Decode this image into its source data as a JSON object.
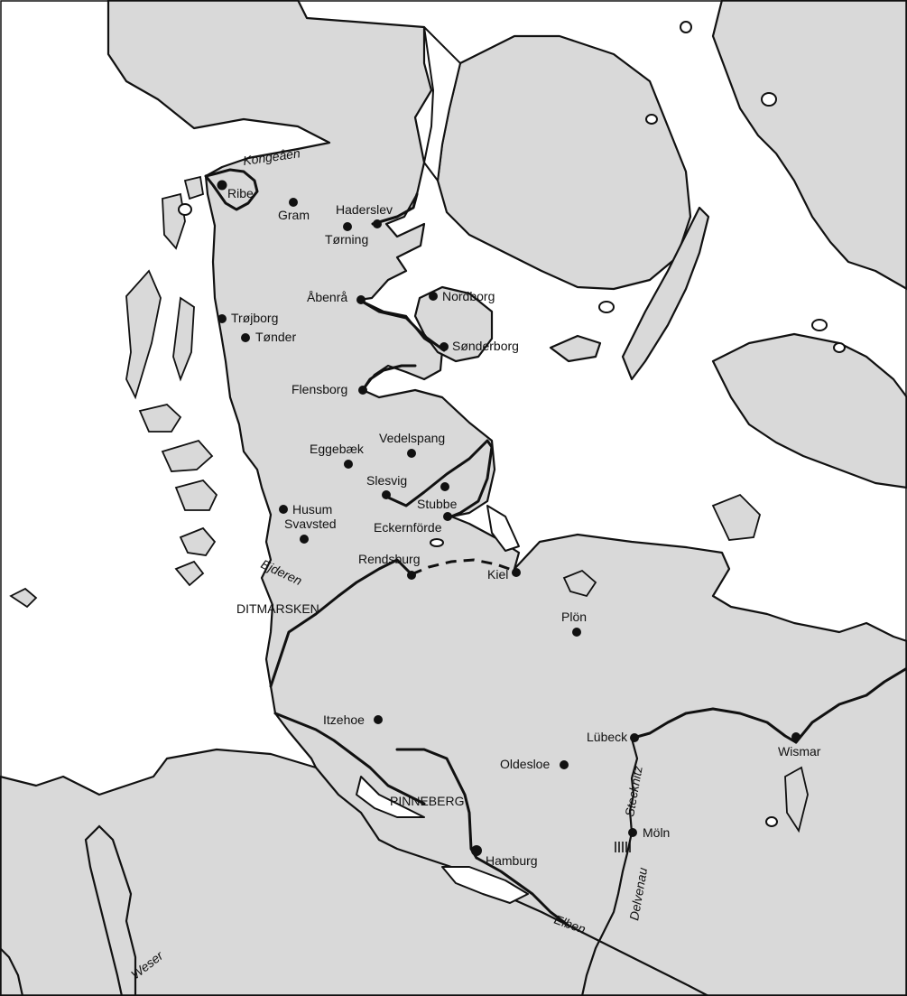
{
  "cities": [
    {
      "id": "ribe",
      "name": "Ribe"
    },
    {
      "id": "gram",
      "name": "Gram"
    },
    {
      "id": "haderslev",
      "name": "Haderslev"
    },
    {
      "id": "torning",
      "name": "Tørning"
    },
    {
      "id": "abenra",
      "name": "Åbenrå"
    },
    {
      "id": "nordborg",
      "name": "Nordborg"
    },
    {
      "id": "trojborg",
      "name": "Trøjborg"
    },
    {
      "id": "tonder",
      "name": "Tønder"
    },
    {
      "id": "sonderborg",
      "name": "Sønderborg"
    },
    {
      "id": "flensborg",
      "name": "Flensborg"
    },
    {
      "id": "vedelspang",
      "name": "Vedelspang"
    },
    {
      "id": "eggebaek",
      "name": "Eggebæk"
    },
    {
      "id": "slesvig",
      "name": "Slesvig"
    },
    {
      "id": "stubbe",
      "name": "Stubbe"
    },
    {
      "id": "husum",
      "name": "Husum"
    },
    {
      "id": "svavsted",
      "name": "Svavsted"
    },
    {
      "id": "eckernforde",
      "name": "Eckernförde"
    },
    {
      "id": "rendsburg",
      "name": "Rendsburg"
    },
    {
      "id": "kiel",
      "name": "Kiel"
    },
    {
      "id": "plon",
      "name": "Plön"
    },
    {
      "id": "itzehoe",
      "name": "Itzehoe"
    },
    {
      "id": "lubeck",
      "name": "Lübeck"
    },
    {
      "id": "oldesloe",
      "name": "Oldesloe"
    },
    {
      "id": "wismar",
      "name": "Wismar"
    },
    {
      "id": "moln",
      "name": "Möln"
    },
    {
      "id": "hamburg",
      "name": "Hamburg"
    }
  ],
  "regions": [
    {
      "id": "ditmarsken",
      "name": "DITMARSKEN"
    },
    {
      "id": "pinneberg",
      "name": "PINNEBERG"
    }
  ],
  "rivers": [
    {
      "id": "kongeaen",
      "name": "Kongeåen"
    },
    {
      "id": "ejderen",
      "name": "Ejderen"
    },
    {
      "id": "stecknitz",
      "name": "Stecknitz"
    },
    {
      "id": "delvenau",
      "name": "Delvenau"
    },
    {
      "id": "elben",
      "name": "Elben"
    },
    {
      "id": "weser",
      "name": "Weser"
    }
  ],
  "colors": {
    "land": "#d9d9d9",
    "water": "#ffffff",
    "line": "#111111"
  }
}
